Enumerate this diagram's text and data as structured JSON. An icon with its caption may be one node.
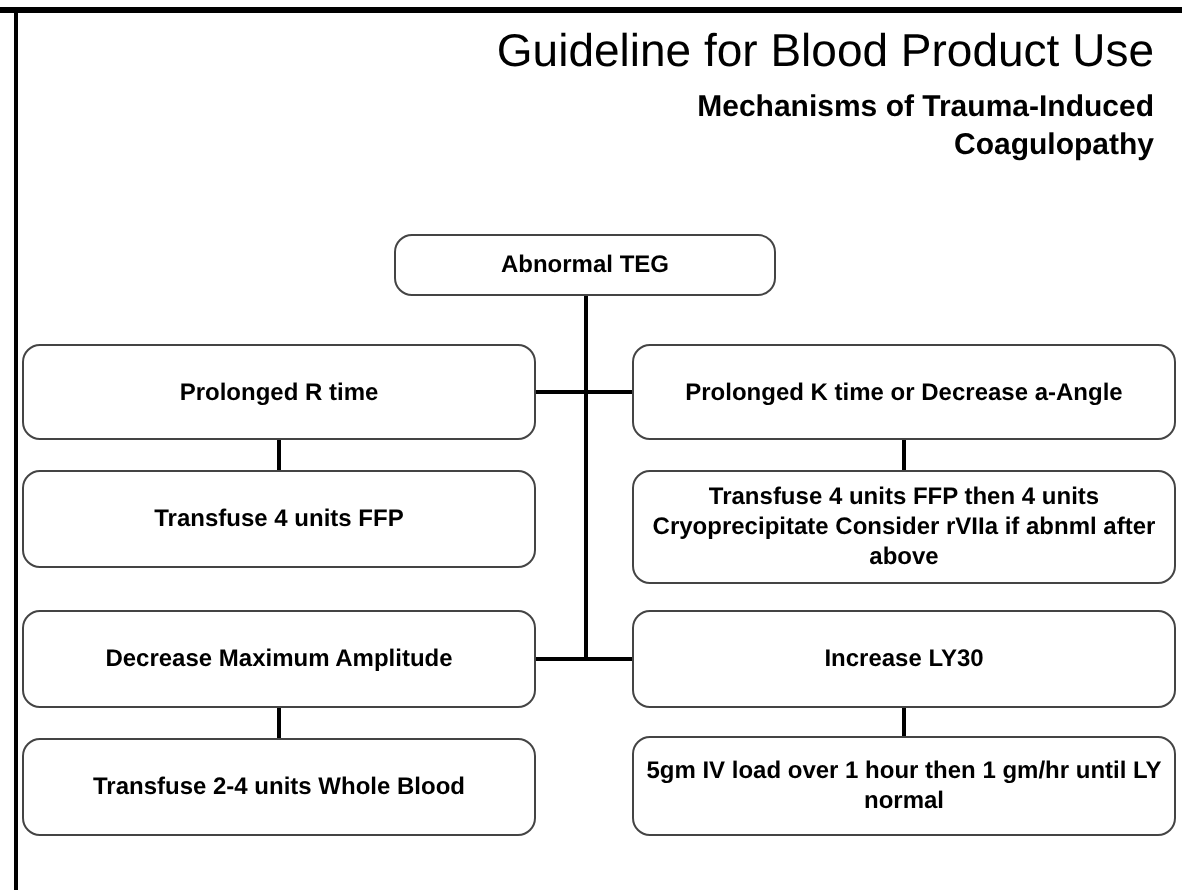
{
  "diagram": {
    "title": "Guideline for Blood Product Use",
    "nodes": [
      {
        "text": [
          "Abnormal TEG"
        ]
      },
      {
        "text": [
          "Prolonged R time"
        ]
      },
      {
        "text": [
          "Prolonged K time or Decrease a-Angle"
        ]
      },
      {
        "text": [
          "Transfuse 4 units FFP"
        ]
      },
      {
        "text": [
          "Transfuse 4 units FFP then 4 units Cryoprecipitate Consider rVIIa if abnml after above"
        ]
      },
      {
        "text": [
          "Decrease Maximum Amplitude"
        ]
      },
      {
        "text": [
          "Increase LY30"
        ]
      },
      {
        "text": [
          "Transfuse 2-4 units Whole Blood"
        ]
      },
      {
        "text": [
          "5gm IV load over 1 hour then 1 gm/hr until LY normal"
        ]
      }
    ],
    "edges": [
      {
        "from": 0,
        "to": 1,
        "arrow": "none"
      },
      {
        "from": 0,
        "to": 2,
        "arrow": "none"
      },
      {
        "from": 0,
        "to": 5,
        "arrow": "none"
      },
      {
        "from": 0,
        "to": 6,
        "arrow": "none"
      },
      {
        "from": 1,
        "to": 3,
        "arrow": "none"
      },
      {
        "from": 2,
        "to": 4,
        "arrow": "none"
      },
      {
        "from": 5,
        "to": 7,
        "arrow": "none"
      },
      {
        "from": 6,
        "to": 8,
        "arrow": "none"
      }
    ],
    "labels": [
      "Mechanisms of Trauma-Induced Coagulopathy"
    ]
  }
}
